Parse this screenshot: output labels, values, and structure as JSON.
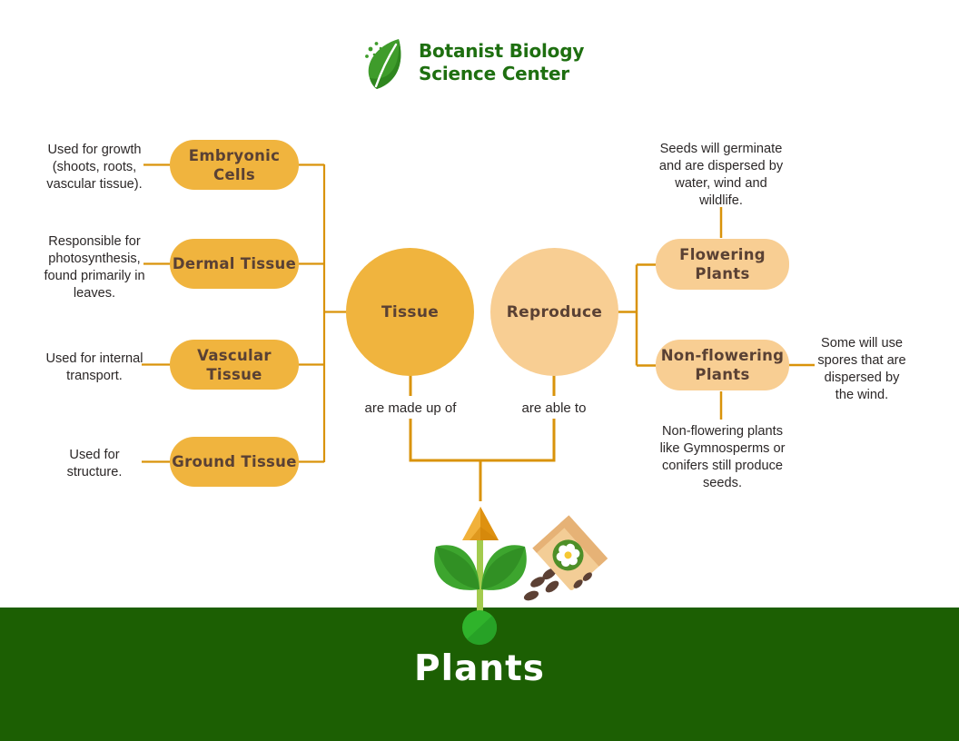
{
  "logo": {
    "title_line1": "Botanist Biology",
    "title_line2": "Science Center"
  },
  "left_branch": {
    "nodes": [
      {
        "label": "Embryonic Cells",
        "note": "Used for growth (shoots, roots, vascular tissue)."
      },
      {
        "label": "Dermal Tissue",
        "note": "Responsible for photosynthesis, found primarily in leaves."
      },
      {
        "label": "Vascular Tissue",
        "note": "Used for internal transport."
      },
      {
        "label": "Ground Tissue",
        "note": "Used for structure."
      }
    ]
  },
  "hubs": {
    "tissue": {
      "label": "Tissue",
      "caption": "are made up of"
    },
    "reproduce": {
      "label": "Reproduce",
      "caption": "are able to"
    }
  },
  "right_branch": {
    "nodes": [
      {
        "label": "Flowering Plants",
        "note_above": "Seeds will germinate and are dispersed by water, wind and wildlife."
      },
      {
        "label": "Non-flowering Plants",
        "note_side": "Some will use spores that are dispersed by the wind.",
        "note_below": "Non-flowering plants like Gymnosperms or conifers still produce seeds."
      }
    ]
  },
  "footer": {
    "title": "Plants"
  },
  "colors": {
    "node_strong": "#f0b43e",
    "node_soft": "#f8ce93",
    "connector": "#d9930a",
    "label_brown": "#5a4134",
    "logo_green": "#1e6f10",
    "band_green": "#1c5f03",
    "leaf_green": "#3f9c2b",
    "seed_brown": "#5c4034"
  }
}
